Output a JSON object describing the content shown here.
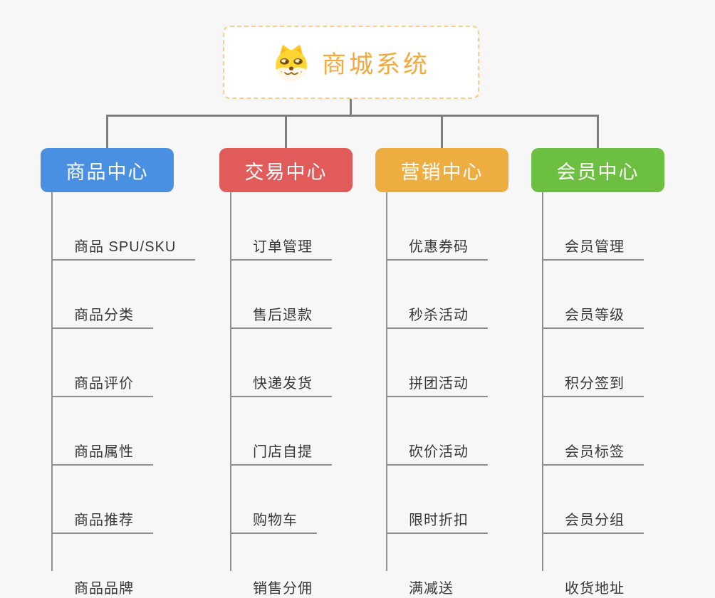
{
  "root": {
    "title": "商城系统",
    "icon": "doge-icon",
    "title_color": "#f2a93e",
    "border_color": "#f6ce90"
  },
  "branches": [
    {
      "label": "商品中心",
      "color": "#4a90e2",
      "children": [
        "商品 SPU/SKU",
        "商品分类",
        "商品评价",
        "商品属性",
        "商品推荐",
        "商品品牌"
      ]
    },
    {
      "label": "交易中心",
      "color": "#e25b5b",
      "children": [
        "订单管理",
        "售后退款",
        "快递发货",
        "门店自提",
        "购物车",
        "销售分佣"
      ]
    },
    {
      "label": "营销中心",
      "color": "#edad41",
      "children": [
        "优惠券码",
        "秒杀活动",
        "拼团活动",
        "砍价活动",
        "限时折扣",
        "满减送"
      ]
    },
    {
      "label": "会员中心",
      "color": "#6cbf40",
      "children": [
        "会员管理",
        "会员等级",
        "积分签到",
        "会员标签",
        "会员分组",
        "收货地址"
      ]
    }
  ],
  "connector_color": "#7e7e7e",
  "line_color": "#8f8f8f",
  "background_color": "#f7f7f7"
}
